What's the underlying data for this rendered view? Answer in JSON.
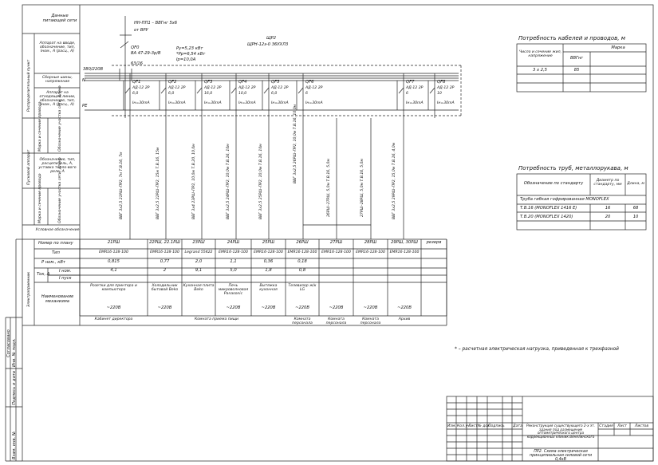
{
  "frame": {
    "signature_strip": [
      "Взам. инв. №",
      "Подпись и дата",
      "Инв. № подл."
    ],
    "agreed": "Согласовано"
  },
  "left_labels": {
    "supply": "Данные питающей сети",
    "input_device": "Аппарат на вводе, обозначение, тип, Iном., A (расц., A)",
    "bus": "Сборные шины, напряжение",
    "dist_point": "Распределительный пункт",
    "outgoing": "Аппарат на отходящей линии, обозначение, тип, Iном., A (расц., A)",
    "wire_mark": "Марка и сечение провода",
    "pipe_section": "Обозначение участка сети, длина",
    "starter_group": "Пусковой аппарат",
    "starter_desc": "Обозначение, тип, расцепитель, A, уставка тепло-вого реле, A",
    "wire_mark2": "Марка и сечение провода",
    "section2": "Обозначение участка сети, длина",
    "symbol": "Условное обозначение",
    "receivers": "Электроприемник",
    "plan_no": "Номер по плану",
    "type": "Тип",
    "pnom": "P ном., кВт",
    "current": "Ток, A",
    "inom": "I ном.",
    "ipusk": "I пуск",
    "name": "Наименование механизма"
  },
  "supply": {
    "cable": "НН-ПП1 – ВВГнг 5х6",
    "from": "от ВРУ"
  },
  "panel": {
    "name": "ЩР2",
    "type": "ЩРН-12з-0 36УХЛ3"
  },
  "input": {
    "label": "QF0",
    "type": "ВА 47-29-3р/В",
    "rating": "63/16"
  },
  "load": {
    "py": "Py=5,23 кВт",
    "pp": "*Pp=6,54 кВт",
    "ip": "Ip=10,0A"
  },
  "bus": {
    "voltage": "380/220В",
    "n": "N",
    "pe": "PE"
  },
  "breakers": [
    {
      "label": "QF1",
      "type": "АД-12 2Р",
      "rating": "6,0",
      "leak": "Iн=30mA"
    },
    {
      "label": "QF2",
      "type": "АД-12 2Р",
      "rating": "6,0",
      "leak": "Iн=30mA"
    },
    {
      "label": "QF3",
      "type": "АД-12 2Р",
      "rating": "16,0",
      "leak": "Iн=30mA"
    },
    {
      "label": "QF4",
      "type": "АД-12 2Р",
      "rating": "10,0",
      "leak": "Iн=30mA"
    },
    {
      "label": "QF5",
      "type": "АД-12 2Р",
      "rating": "6,0",
      "leak": "Iн=30mA"
    },
    {
      "label": "QF6",
      "type": "АД-12 2Р",
      "rating": "6",
      "leak": "Iн=30mA"
    },
    {
      "label": "QF7",
      "type": "АД-12 2Р",
      "rating": "6",
      "leak": "Iн=30mA"
    },
    {
      "label": "QF8",
      "type": "АД-12 2Р",
      "rating": "10",
      "leak": "Iн=30mA"
    }
  ],
  "cables": [
    "ВВГ 3х2,5  21РШ–ПР2, 7м  Т.В.16, 7м",
    "ВВГ 3х2,5  22РШ–ПР2, 15м  Т.В.16, 15м",
    "ВВГ 3х4  23РШ–ПР2, 10,0м  Т.В.20, 10,0м",
    "ВВГ 3х2,5  24РШ–ПР2, 10,0м  Т.В.16, 10м",
    "ВВГ 3х2,5  25РШ–ПР2, 10,0м  Т.В.16, 10м",
    "ВВГ 3х2,5  26РШ–ПР2, 10,0м  Т.В.16, 10,0м",
    "26РШ–27РШ, 5,0м  Т.В.16, 5,0м",
    "27РШ–28РШ, 5,0м  Т.В.16, 5,0м",
    "ВВГ 3х2,5  29РШ–ПР2, 15,0м  Т.В.16, 4,0м"
  ],
  "receivers": [
    {
      "plan": "21РШ",
      "type": "EMR16-128-100",
      "p": "0,815",
      "i": "4,1",
      "name": "Розетки для принтера и компьютера",
      "v": "~220В"
    },
    {
      "plan": "22РШ, 22.1РШ",
      "type": "EMR16-128-100",
      "p": "0,77",
      "i": "2",
      "name": "Холодильник бытовой Beko",
      "v": "~220В"
    },
    {
      "plan": "23РШ",
      "type": "Legrand 55422",
      "p": "2,0",
      "i": "9,1",
      "name": "Кухонная плита Beko",
      "v": ""
    },
    {
      "plan": "24РШ",
      "type": "EMR16-128-100",
      "p": "1,1",
      "i": "5,0",
      "name": "Печь микроволновая Panasonic",
      "v": "~220В"
    },
    {
      "plan": "25РШ",
      "type": "EMR16-128-100",
      "p": "0,36",
      "i": "1,8",
      "name": "Вытяжка кухонная",
      "v": "~220В"
    },
    {
      "plan": "26РШ",
      "type": "EMR16-128-100",
      "p": "0,18",
      "i": "0,8",
      "name": "Телевизор ж/к LG",
      "v": "~220В"
    },
    {
      "plan": "27РШ",
      "type": "EMR16-128-100",
      "p": "",
      "i": "",
      "name": "",
      "v": "~220В"
    },
    {
      "plan": "28РШ",
      "type": "EMR16-128-100",
      "p": "",
      "i": "",
      "name": "",
      "v": "~220В"
    },
    {
      "plan": "29РШ, 30РШ",
      "type": "EMR16-128-100",
      "p": "",
      "i": "",
      "name": "",
      "v": "~220В"
    },
    {
      "plan": "резерв",
      "type": "",
      "p": "",
      "i": "",
      "name": "",
      "v": ""
    }
  ],
  "rooms": [
    "Кабинет директора",
    "Комната приема пищи",
    "Комната персонала",
    "Комната персонала",
    "Комната персонала",
    "Архив"
  ],
  "cable_table": {
    "title": "Потребность кабелей и проводов, м",
    "h1": "Число и сечение жил, напряжение",
    "h2": "Марка",
    "h3": "ВВГнг",
    "row": [
      "3 х 2,5",
      "85"
    ]
  },
  "pipe_table": {
    "title": "Потребность труб, металлорукава, м",
    "h1": "Обозначение по стандарту",
    "h2": "Диаметр по стандарту, мм",
    "h3": "Длина, м",
    "sub": "Труба гибкая гофрированная MONOFLEX",
    "rows": [
      [
        "Т.В.16 (MONOFLEX 1416 Е)",
        "16",
        "68"
      ],
      [
        "Т.В.20 (MONOFLEX 1420)",
        "20",
        "10"
      ]
    ]
  },
  "note": "* – расчетная электрическая нагрузка, приведенная к трехфазной",
  "stamp": {
    "cols": [
      "Изм.",
      "Кол.уч.",
      "Лист",
      "№ док.",
      "Подпись",
      "Дата"
    ],
    "description": "Реконструкция существующего 2-х эт. здания под размещение оптометрического центра коррекционных клиник Венелинского",
    "title": "ПР2. Схема электрическая принципиальная силовой сети 0,4кВ",
    "stage": "Стадия",
    "sheet": "Лист",
    "sheets": "Листов"
  }
}
